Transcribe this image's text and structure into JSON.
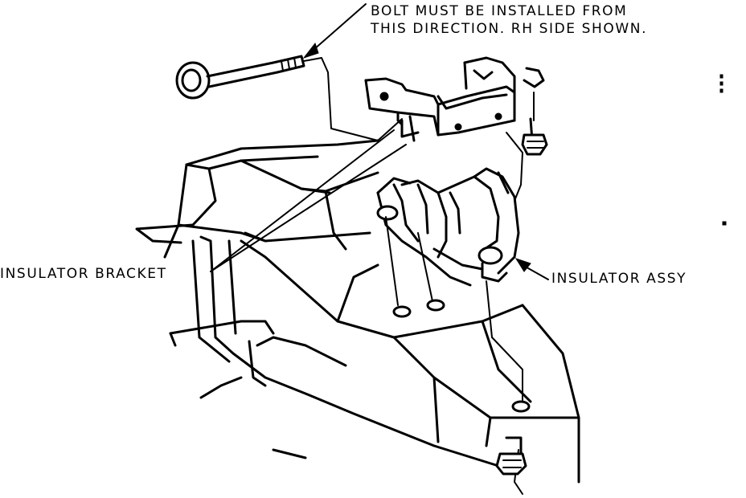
{
  "labels": {
    "note_line1": "BOLT MUST BE INSTALLED FROM",
    "note_line2": "THIS DIRECTION. RH SIDE SHOWN.",
    "insulator_bracket": "INSULATOR BRACKET",
    "insulator_assy": "INSULATOR ASSY"
  }
}
